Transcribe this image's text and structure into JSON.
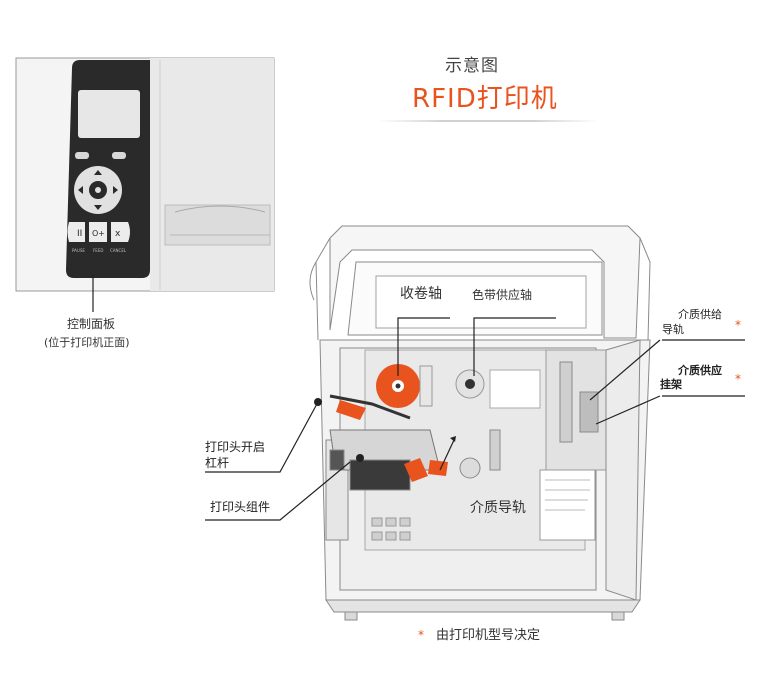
{
  "header": {
    "subtitle": "示意图",
    "title": "RFID打印机"
  },
  "control_panel": {
    "caption": "控制面板",
    "sub_caption": "(位于打印机正面)",
    "button_labels": [
      "PAUSE",
      "FEED",
      "CANCEL"
    ]
  },
  "callouts": {
    "rewind_spindle": "收卷轴",
    "ribbon_supply_spindle": "色带供应轴",
    "media_supply_guide_1": "介质供给",
    "media_supply_guide_2": "导轨",
    "media_supply_hanger_1": "介质供应",
    "media_supply_hanger_2": "挂架",
    "printhead_lever_1": "打印头开启",
    "printhead_lever_2": "杠杆",
    "printhead_assembly": "打印头组件",
    "media_guide": "介质导轨"
  },
  "footnote": {
    "marker": "*",
    "text": "由打印机型号决定"
  },
  "colors": {
    "accent": "#e8531e",
    "line": "#222222",
    "printer_outline": "#8a8a8a"
  }
}
